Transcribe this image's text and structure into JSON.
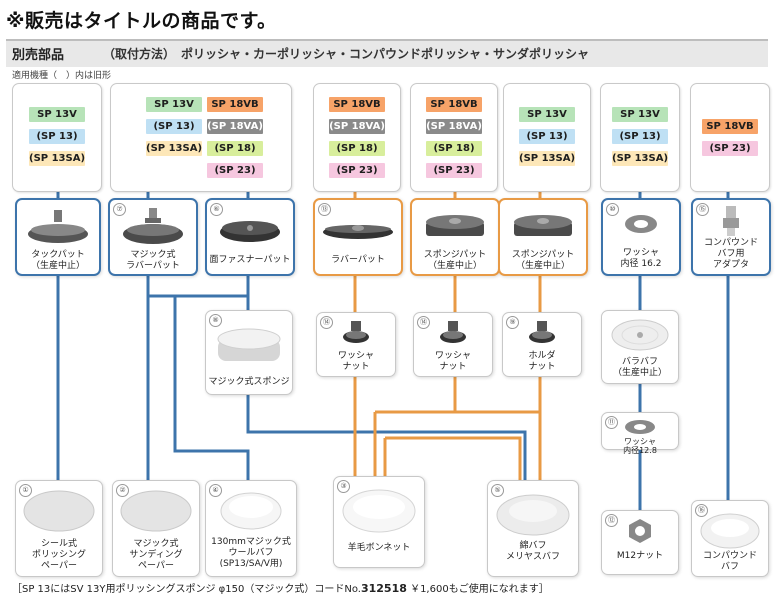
{
  "notice": "※販売はタイトルの商品です。",
  "header": {
    "title": "別売部品",
    "methods": "（取付方法）　ポリッシャ・カーポリッシャ・コンパウンドポリッシャ・サンダポリッシャ",
    "legend": "適用機種（　）内は旧形"
  },
  "colors": {
    "line_blue": "#3d74ab",
    "line_orange": "#e89a45"
  },
  "models": {
    "g1": [
      "SP 13V",
      "(SP 13)",
      "(SP 13SA)"
    ],
    "g2": [
      "SP 13V",
      "SP 18VB",
      "(SP 13)",
      "(SP 18VA)",
      "(SP 13SA)",
      "(SP 18)",
      "(SP 23)"
    ],
    "g3": [
      "SP 18VB",
      "(SP 18VA)",
      "(SP 18)",
      "(SP 23)"
    ],
    "g4": [
      "SP 18VB",
      "(SP 18VA)",
      "(SP 18)",
      "(SP 23)"
    ],
    "g5": [
      "SP 13V",
      "(SP 13)",
      "(SP 13SA)"
    ],
    "g6": [
      "SP 13V",
      "(SP 13)",
      "(SP 13SA)"
    ],
    "g7": [
      "SP 18VB",
      "(SP 23)"
    ]
  },
  "parts": {
    "tack_pad": {
      "label": "タックパット\n（生産中止）",
      "icon": "pad-icon"
    },
    "magic_rubber_pad": {
      "num": "⑦",
      "label": "マジック式\nラバーパット",
      "icon": "pad-icon"
    },
    "velcro_pad": {
      "num": "⑥",
      "label": "面ファスナーパット",
      "icon": "pad-icon"
    },
    "rubber_pad": {
      "num": "⑬",
      "label": "ラバーパット",
      "icon": "pad-icon"
    },
    "sponge_pad_a": {
      "label": "スポンジパット\n（生産中止）",
      "icon": "pad-icon"
    },
    "sponge_pad_b": {
      "label": "スポンジパット\n（生産中止）",
      "icon": "pad-icon"
    },
    "washer_162": {
      "num": "⑩",
      "label": "ワッシャ\n内径 16.2",
      "icon": "washer-icon"
    },
    "compound_adapter": {
      "num": "⑮",
      "label": "コンパウンド\nバフ用\nアダプタ",
      "icon": "adapter-icon"
    },
    "magic_sponge": {
      "num": "⑧",
      "label": "マジック式スポンジ",
      "icon": "sponge-icon"
    },
    "washer_nut_a": {
      "num": "⑭",
      "label": "ワッシャ\nナット",
      "icon": "nut-icon"
    },
    "washer_nut_b": {
      "num": "⑭",
      "label": "ワッシャ\nナット",
      "icon": "nut-icon"
    },
    "holder_nut": {
      "num": "⑨",
      "label": "ホルダ\nナット",
      "icon": "nut-icon"
    },
    "bara_buff": {
      "label": "バラバフ\n（生産中止）",
      "icon": "buff-icon"
    },
    "washer_128": {
      "num": "⑪",
      "label": "ワッシャ\n内径12.8",
      "icon": "washer-icon"
    },
    "seal_paper": {
      "num": "①",
      "label": "シール式\nポリッシング\nペーパー",
      "icon": "disc-icon"
    },
    "magic_paper": {
      "num": "②",
      "label": "マジック式\nサンディング\nペーパー",
      "icon": "disc-icon"
    },
    "wool_buff": {
      "num": "④",
      "label": "130mmマジック式\nウールバフ\n(SP13/SA/V用)",
      "icon": "wool-icon"
    },
    "wool_bonnet": {
      "num": "③",
      "label": "羊毛ボンネット",
      "icon": "wool-icon"
    },
    "cotton_buff": {
      "num": "⑤",
      "label": "綿バフ\nメリヤスバフ",
      "icon": "wool-icon"
    },
    "m12_nut": {
      "num": "⑫",
      "label": "M12ナット",
      "icon": "hexnut-icon"
    },
    "compound_buff": {
      "num": "⑯",
      "label": "コンパウンド\nバフ",
      "icon": "wool-icon"
    }
  },
  "footer": {
    "prefix": "［SP 13にはSV 13Y用ポリッシングスポンジ φ150（マジック式）コードNo.",
    "code": "312518",
    "suffix": " ￥1,600もご使用になれます］"
  }
}
